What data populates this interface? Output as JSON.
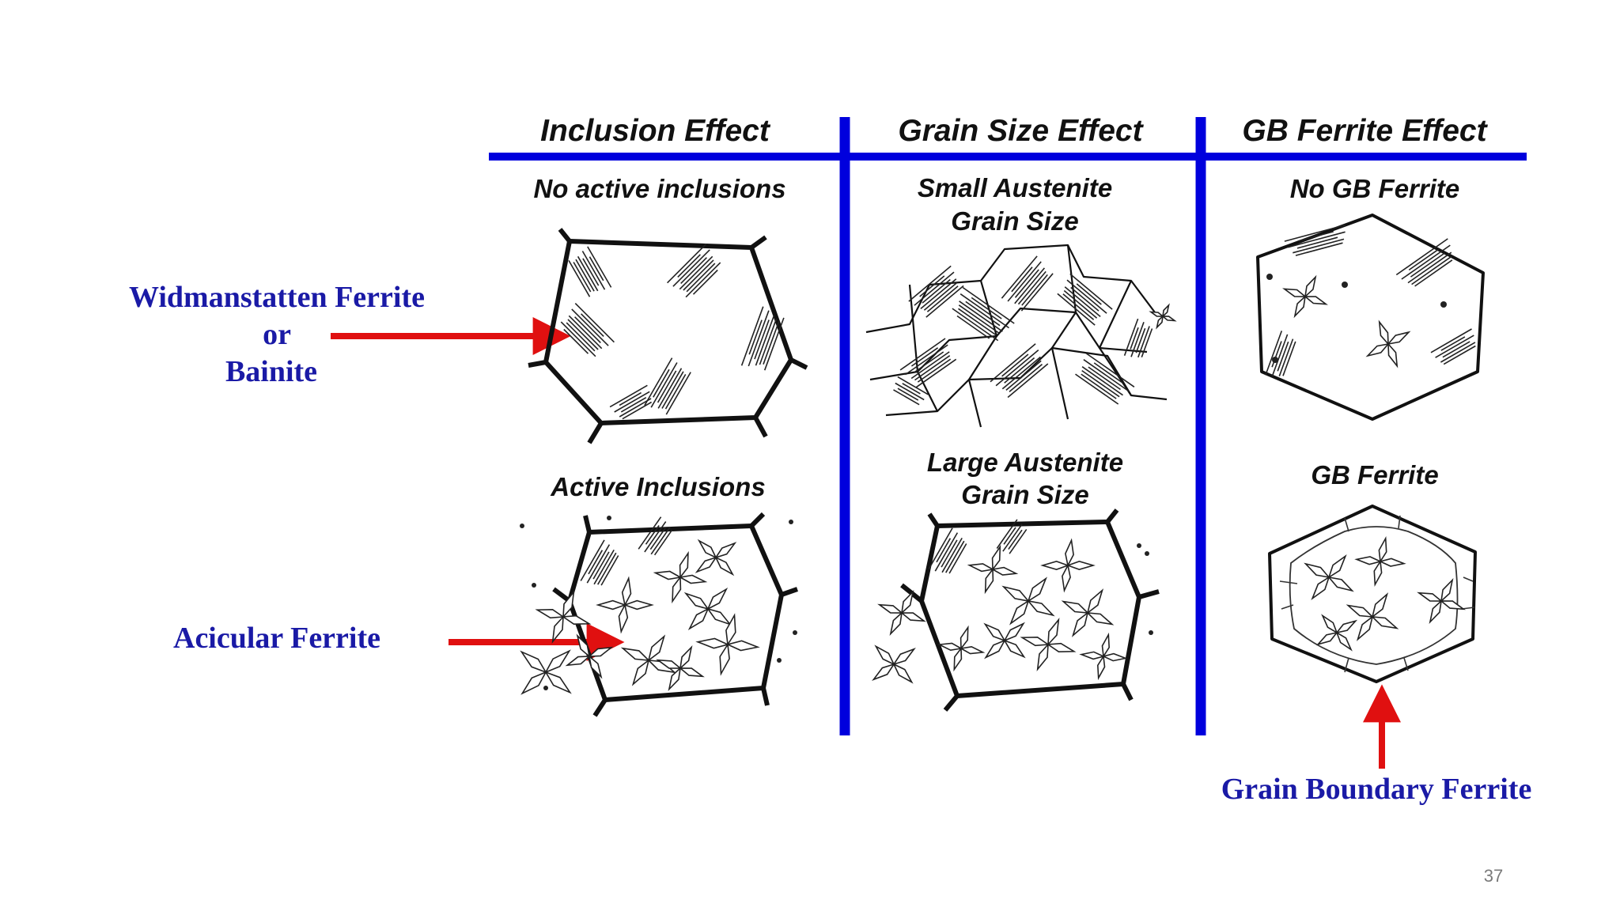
{
  "columns": [
    {
      "header": "Inclusion Effect",
      "top_label": "No active inclusions",
      "bottom_label": "Active Inclusions"
    },
    {
      "header": "Grain Size Effect",
      "top_label": [
        "Small Austenite",
        "Grain Size"
      ],
      "bottom_label": [
        "Large Austenite",
        "Grain Size"
      ]
    },
    {
      "header": "GB Ferrite Effect",
      "top_label": "No GB Ferrite",
      "bottom_label": "GB Ferrite"
    }
  ],
  "annotations": {
    "widmanstatten": [
      "Widmanstatten Ferrite",
      "or",
      "Bainite"
    ],
    "acicular": "Acicular Ferrite",
    "grain_boundary": "Grain Boundary Ferrite"
  },
  "page_number": "37",
  "colors": {
    "divider": "#0000dd",
    "arrow": "#e01010",
    "annotation_text": "#1a1aa6",
    "outline": "#111111"
  }
}
